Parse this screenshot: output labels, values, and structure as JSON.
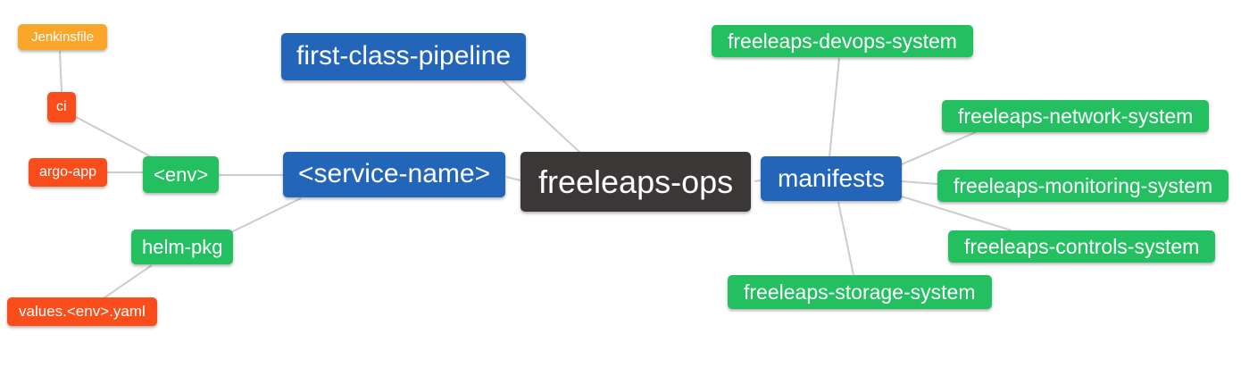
{
  "diagram": {
    "type": "mindmap",
    "background": "#ffffff",
    "connector_color": "#cccccc",
    "palette": {
      "blue": "#2365b8",
      "green": "#23bf61",
      "orange": "#faa62b",
      "red": "#f94d1b",
      "dark": "#3b3737",
      "text": "#ffffff"
    },
    "nodes": [
      {
        "id": "jenkinsfile",
        "label": "Jenkinsfile",
        "color": "orange"
      },
      {
        "id": "ci",
        "label": "ci",
        "color": "red"
      },
      {
        "id": "argo-app",
        "label": "argo-app",
        "color": "red"
      },
      {
        "id": "env",
        "label": "<env>",
        "color": "green"
      },
      {
        "id": "helm-pkg",
        "label": "helm-pkg",
        "color": "green"
      },
      {
        "id": "values-env-yaml",
        "label": "values.<env>.yaml",
        "color": "red"
      },
      {
        "id": "first-class-pipeline",
        "label": "first-class-pipeline",
        "color": "blue"
      },
      {
        "id": "service-name",
        "label": "<service-name>",
        "color": "blue"
      },
      {
        "id": "freeleaps-ops",
        "label": "freeleaps-ops",
        "color": "dark"
      },
      {
        "id": "manifests",
        "label": "manifests",
        "color": "blue"
      },
      {
        "id": "freeleaps-devops-system",
        "label": "freeleaps-devops-system",
        "color": "green"
      },
      {
        "id": "freeleaps-network-system",
        "label": "freeleaps-network-system",
        "color": "green"
      },
      {
        "id": "freeleaps-monitoring-system",
        "label": "freeleaps-monitoring-system",
        "color": "green"
      },
      {
        "id": "freeleaps-controls-system",
        "label": "freeleaps-controls-system",
        "color": "green"
      },
      {
        "id": "freeleaps-storage-system",
        "label": "freeleaps-storage-system",
        "color": "green"
      }
    ],
    "edges": [
      {
        "from": "jenkinsfile",
        "to": "ci"
      },
      {
        "from": "ci",
        "to": "env"
      },
      {
        "from": "argo-app",
        "to": "env"
      },
      {
        "from": "env",
        "to": "service-name"
      },
      {
        "from": "service-name",
        "to": "helm-pkg"
      },
      {
        "from": "helm-pkg",
        "to": "values-env-yaml"
      },
      {
        "from": "first-class-pipeline",
        "to": "freeleaps-ops"
      },
      {
        "from": "service-name",
        "to": "freeleaps-ops"
      },
      {
        "from": "freeleaps-ops",
        "to": "manifests"
      },
      {
        "from": "manifests",
        "to": "freeleaps-devops-system"
      },
      {
        "from": "manifests",
        "to": "freeleaps-network-system"
      },
      {
        "from": "manifests",
        "to": "freeleaps-monitoring-system"
      },
      {
        "from": "manifests",
        "to": "freeleaps-controls-system"
      },
      {
        "from": "manifests",
        "to": "freeleaps-storage-system"
      }
    ]
  }
}
